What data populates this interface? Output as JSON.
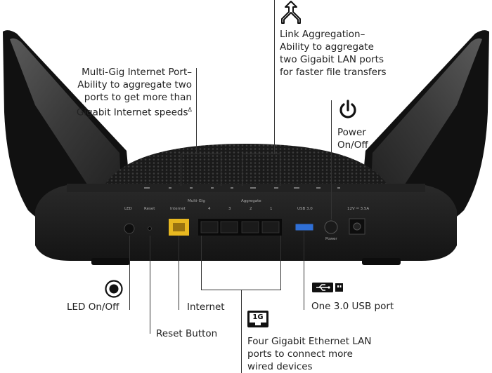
{
  "labels": {
    "multigig": [
      "Multi-Gig Internet Port–",
      "Ability to aggregate two",
      "ports to get more than",
      "Gigabit Internet speeds"
    ],
    "multigig_sup": "Δ",
    "link_agg": [
      "Link Aggregation–",
      "Ability to aggregate",
      "two Gigabit LAN ports",
      "for faster file transfers"
    ],
    "power": [
      "Power",
      "On/Off"
    ],
    "led": "LED On/Off",
    "reset": "Reset Button",
    "internet": "Internet",
    "usb": "One 3.0 USB port",
    "lan": [
      "Four Gigabit Ethernet LAN",
      "ports to connect more",
      "wired devices"
    ],
    "lan_badge": "1G"
  },
  "panel": {
    "led": "LED",
    "reset": "Reset",
    "internet": "Internet",
    "multigig": "Multi-Gig",
    "aggregate": "Aggregate",
    "usb": "USB 3.0",
    "power": "Power",
    "dc": "12V ⎓ 3.5A",
    "ports": [
      "4",
      "3",
      "2",
      "1"
    ]
  },
  "colors": {
    "internet_port": "#e8b820",
    "usb_port": "#2f6fd6",
    "body": "#1c1c1c"
  }
}
